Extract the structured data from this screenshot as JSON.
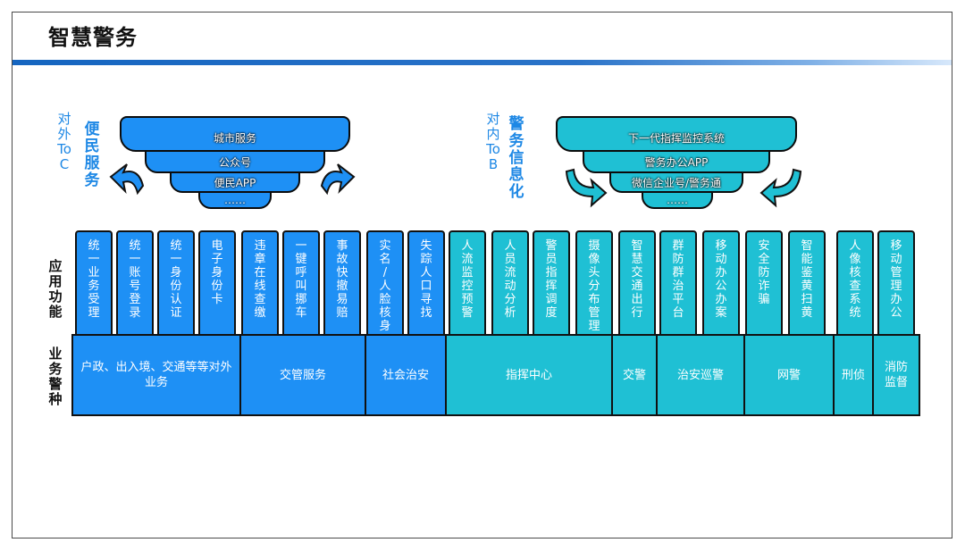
{
  "title": "智慧警务",
  "left_group": {
    "side": [
      "对",
      "外",
      "To",
      "C"
    ],
    "big": [
      "便",
      "民",
      "服",
      "务"
    ],
    "layers": [
      "城市服务",
      "公众号",
      "便民APP",
      "……"
    ]
  },
  "right_group": {
    "side": [
      "对",
      "内",
      "To",
      "B"
    ],
    "big": [
      "警",
      "务",
      "信",
      "息",
      "化"
    ],
    "layers": [
      "下一代指挥监控系统",
      "警务办公APP",
      "微信企业号/警务通",
      "……"
    ]
  },
  "row_labels": {
    "apps": [
      "应",
      "用",
      "功",
      "能"
    ],
    "types": [
      "业",
      "务",
      "警",
      "种"
    ]
  },
  "apps": [
    {
      "label": "统一业务受理",
      "color": "blue"
    },
    {
      "label": "统一账号登录",
      "color": "blue"
    },
    {
      "label": "统一身份认证",
      "color": "blue"
    },
    {
      "label": "电子身份卡",
      "color": "blue"
    },
    {
      "label": "违章在线查缴",
      "color": "blue"
    },
    {
      "label": "一键呼叫挪车",
      "color": "blue"
    },
    {
      "label": "事故快撤易赔",
      "color": "blue"
    },
    {
      "label": "实名/人脸核身",
      "color": "blue"
    },
    {
      "label": "失踪人口寻找",
      "color": "blue"
    },
    {
      "label": "人流监控预警",
      "color": "cyan"
    },
    {
      "label": "人员流动分析",
      "color": "cyan"
    },
    {
      "label": "警员指挥调度",
      "color": "cyan"
    },
    {
      "label": "摄像头分布管理",
      "color": "cyan"
    },
    {
      "label": "智慧交通出行",
      "color": "cyan"
    },
    {
      "label": "群防群治平台",
      "color": "cyan"
    },
    {
      "label": "移动办公办案",
      "color": "cyan"
    },
    {
      "label": "安全防诈骗",
      "color": "cyan"
    },
    {
      "label": "智能鉴黄扫黄",
      "color": "cyan"
    },
    {
      "label": "人像核查系统",
      "color": "cyan"
    },
    {
      "label": "移动管理办公",
      "color": "cyan"
    }
  ],
  "types": [
    {
      "label": "户政、出入境、交通等等对外业务",
      "color": "blue"
    },
    {
      "label": "交管服务",
      "color": "blue"
    },
    {
      "label": "社会治安",
      "color": "blue"
    },
    {
      "label": "指挥中心",
      "color": "cyan"
    },
    {
      "label": "交警",
      "color": "cyan"
    },
    {
      "label": "治安巡警",
      "color": "cyan"
    },
    {
      "label": "网警",
      "color": "cyan"
    },
    {
      "label": "刑侦",
      "color": "cyan"
    },
    {
      "label": "消防监督",
      "color": "cyan"
    }
  ],
  "colors": {
    "blue": "#1e90f5",
    "cyan": "#1fc0d4",
    "title_bar": "#1565c0",
    "accent_text": "#1e88e5"
  }
}
